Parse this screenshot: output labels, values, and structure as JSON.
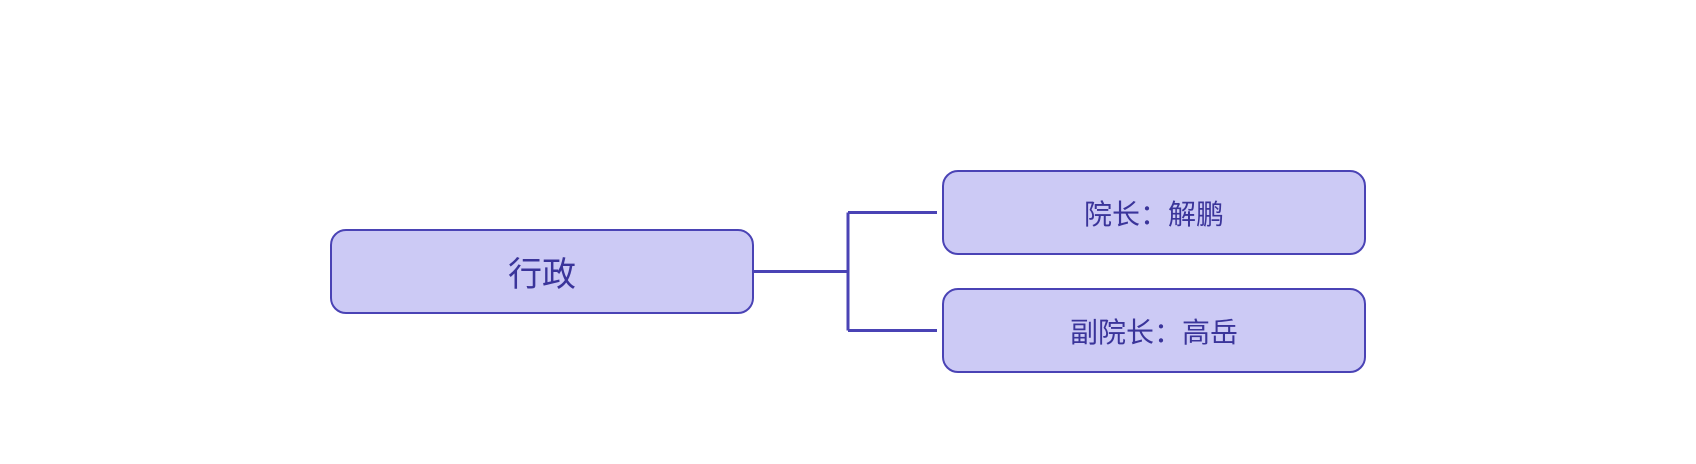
{
  "diagram": {
    "root": {
      "label": "行政"
    },
    "children": [
      {
        "label": "院长：解鹏"
      },
      {
        "label": "副院长：高岳"
      }
    ]
  },
  "colors": {
    "node_fill": "#cccaf5",
    "node_border": "#4a43b5",
    "text": "#3a349a",
    "connector": "#4a43b5",
    "background": "#ffffff"
  }
}
